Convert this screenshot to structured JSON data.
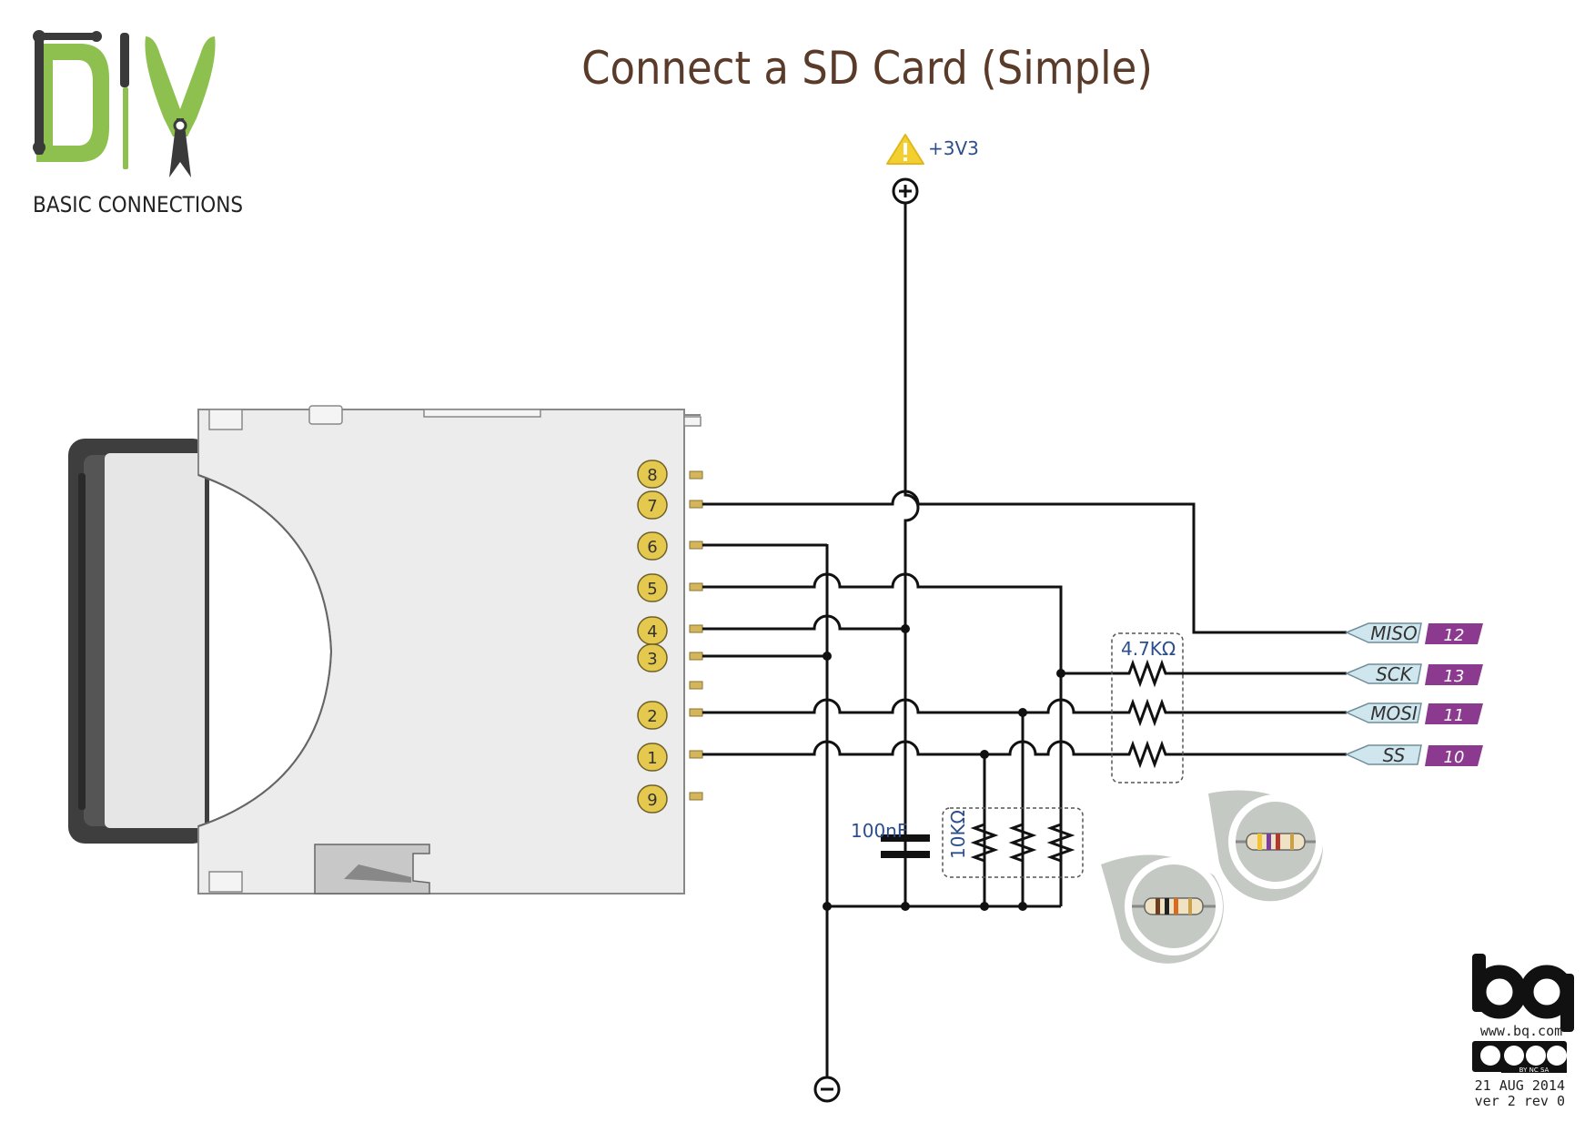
{
  "title": "Connect a SD Card (Simple)",
  "logo": {
    "text": "DIY",
    "subtitle": "BASIC CONNECTIONS",
    "accent_color": "#8dc04f"
  },
  "power": {
    "positive_label": "+3V3",
    "positive_symbol": "plus-circle",
    "negative_symbol": "minus-circle",
    "warning_icon": "warning-triangle"
  },
  "sd_card": {
    "pins": [
      "8",
      "7",
      "6",
      "5",
      "4",
      "3",
      "2",
      "1",
      "9"
    ],
    "pin_color": "#e4c94e"
  },
  "components": {
    "pullup_resistor": "4.7KΩ",
    "capacitor": "100nF",
    "pulldown_resistor": "10KΩ"
  },
  "signals": [
    {
      "name": "MISO",
      "pin": "12"
    },
    {
      "name": "SCK",
      "pin": "13"
    },
    {
      "name": "MOSI",
      "pin": "11"
    },
    {
      "name": "SS",
      "pin": "10"
    }
  ],
  "colors": {
    "signal_tag": "#cfe6ee",
    "pin_tag": "#8b3a8f",
    "title": "#5a3b2a",
    "label": "#2c4f8c"
  },
  "footer": {
    "brand": "bq",
    "url": "www.bq.com",
    "license": "BY NC SA",
    "date": "21 AUG 2014",
    "version": "ver 2 rev 0"
  }
}
